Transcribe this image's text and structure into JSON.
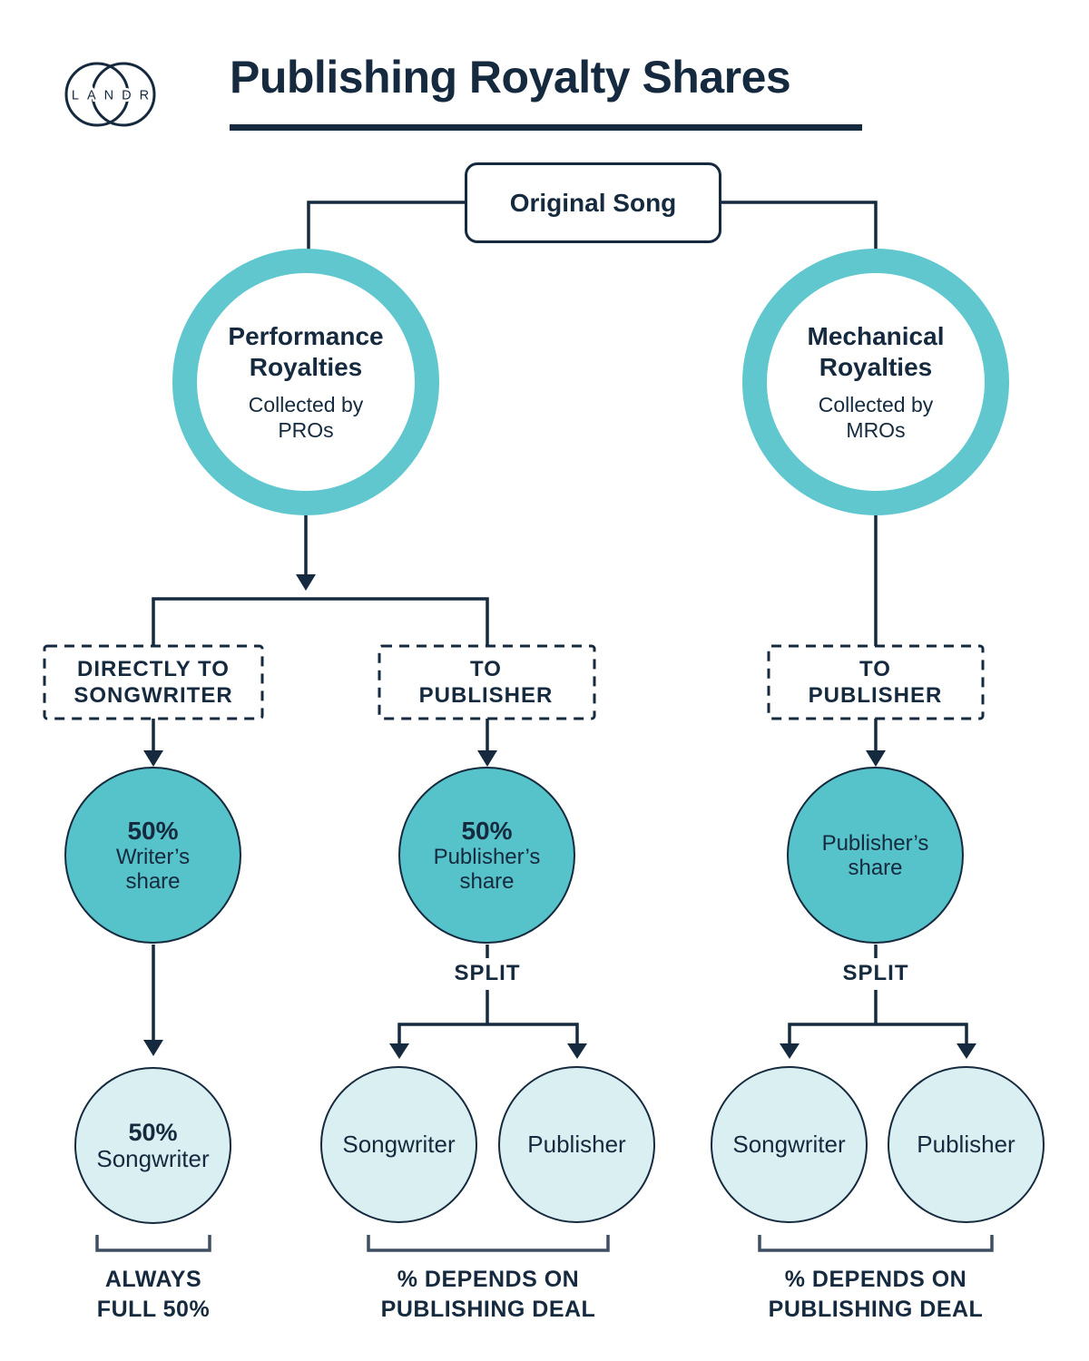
{
  "colors": {
    "navy": "#152a3e",
    "teal_ring": "#5fc7cd",
    "teal_fill": "#56c2c9",
    "teal_light": "#d9eff1",
    "bracket": "#3e4f61",
    "background": "#ffffff"
  },
  "logo": {
    "text": "LANDR"
  },
  "header": {
    "title": "Publishing Royalty Shares"
  },
  "root": {
    "label": "Original Song"
  },
  "sources": {
    "performance": {
      "title": "Performance\nRoyalties",
      "subtitle": "Collected by\nPROs"
    },
    "mechanical": {
      "title": "Mechanical\nRoyalties",
      "subtitle": "Collected by\nMROs"
    }
  },
  "routes": {
    "directly_to_songwriter": "DIRECTLY TO\nSONGWRITER",
    "to_publisher_performance": "TO\nPUBLISHER",
    "to_publisher_mechanical": "TO\nPUBLISHER"
  },
  "shares": {
    "writers_share": {
      "pct": "50%",
      "label": "Writer’s\nshare"
    },
    "publishers_share_performance": {
      "pct": "50%",
      "label": "Publisher’s\nshare"
    },
    "publishers_share_mechanical": {
      "label": "Publisher’s\nshare"
    }
  },
  "splits": {
    "performance": "SPLIT",
    "mechanical": "SPLIT"
  },
  "outcomes": {
    "songwriter_full": {
      "pct": "50%",
      "label": "Songwriter"
    },
    "performance_pair": {
      "songwriter": "Songwriter",
      "publisher": "Publisher"
    },
    "mechanical_pair": {
      "songwriter": "Songwriter",
      "publisher": "Publisher"
    }
  },
  "footnotes": {
    "always_full": "ALWAYS\nFULL 50%",
    "depends_performance": "% DEPENDS ON\nPUBLISHING DEAL",
    "depends_mechanical": "% DEPENDS ON\nPUBLISHING DEAL"
  }
}
